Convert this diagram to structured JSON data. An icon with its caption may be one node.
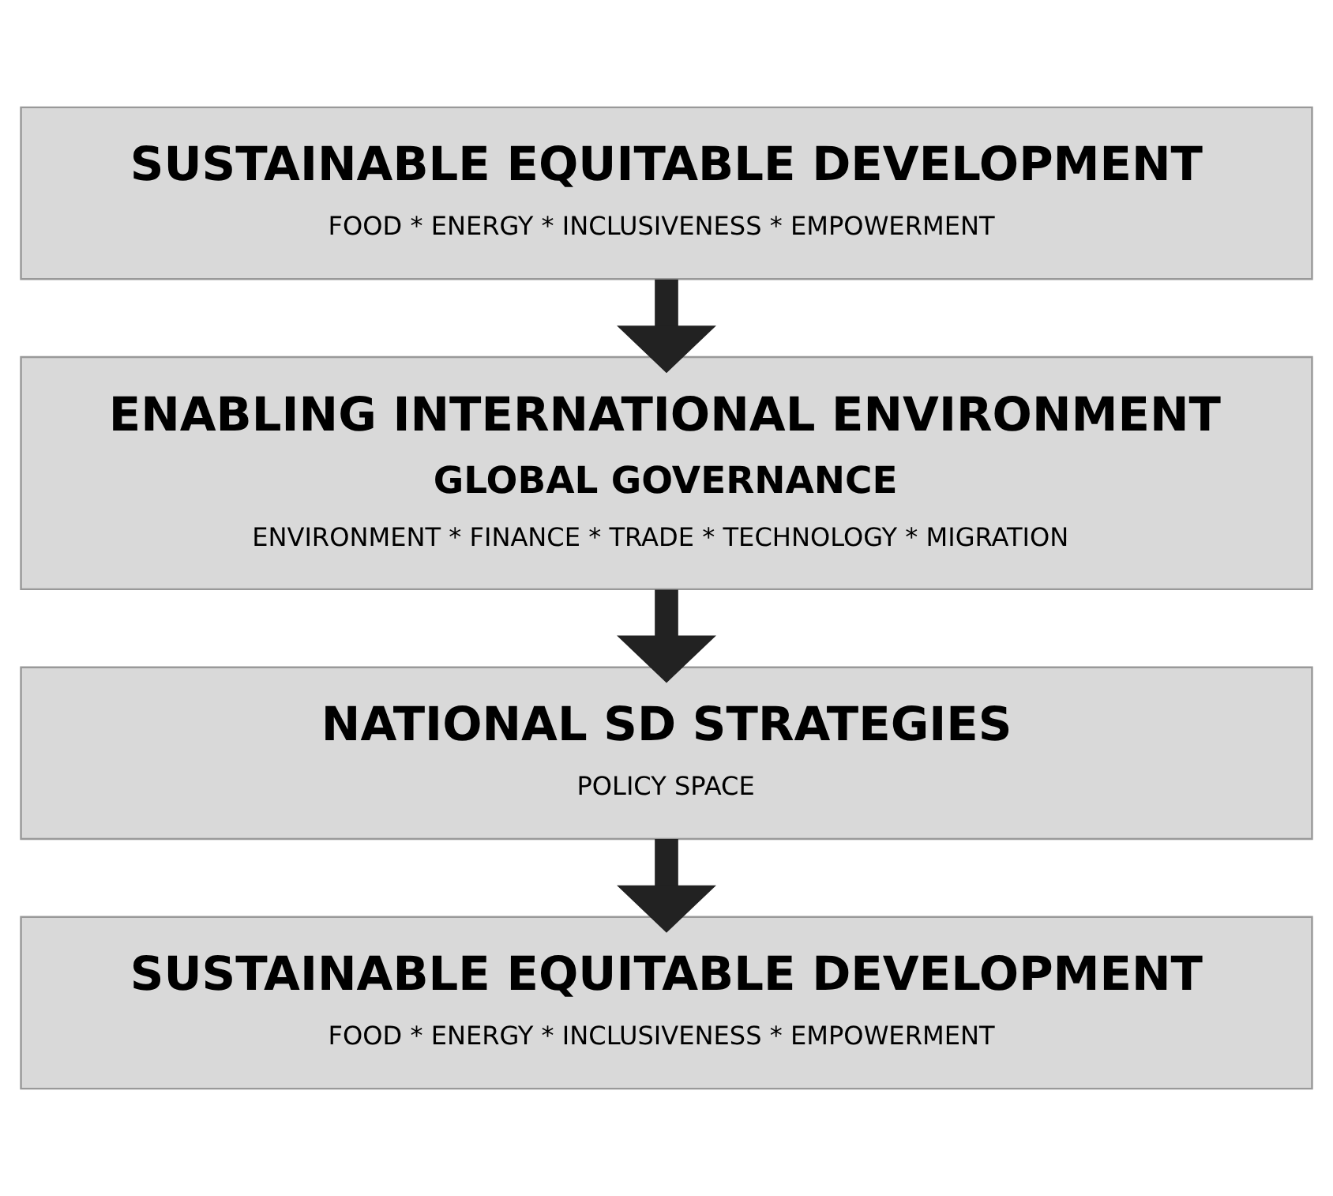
{
  "diagram": {
    "nodes": [
      {
        "text": [
          "SUSTAINABLE EQUITABLE DEVELOPMENT",
          "FOOD * ENERGY * INCLUSIVENESS * EMPOWERMENT"
        ]
      },
      {
        "text": [
          "ENABLING INTERNATIONAL ENVIRONMENT",
          "GLOBAL GOVERNANCE",
          "ENVIRONMENT * FINANCE * TRADE * TECHNOLOGY * MIGRATION"
        ]
      },
      {
        "text": [
          "NATIONAL SD STRATEGIES",
          "POLICY SPACE"
        ]
      },
      {
        "text": [
          "SUSTAINABLE EQUITABLE DEVELOPMENT",
          "FOOD * ENERGY * INCLUSIVENESS * EMPOWERMENT"
        ]
      }
    ],
    "edges": [
      {
        "from": 0,
        "to": 1,
        "arrow": "to"
      },
      {
        "from": 1,
        "to": 2,
        "arrow": "to"
      },
      {
        "from": 2,
        "to": 3,
        "arrow": "to"
      }
    ]
  }
}
